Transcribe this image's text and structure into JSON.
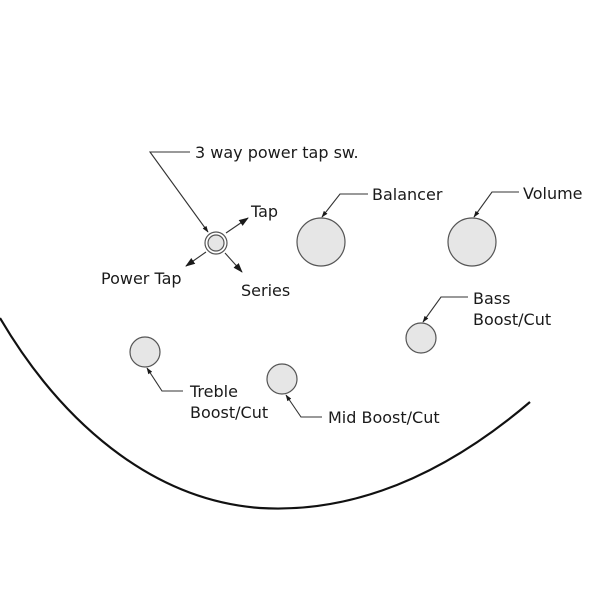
{
  "colors": {
    "knob_fill": "#e6e6e6",
    "knob_stroke": "#555555",
    "line": "#1a1a1a",
    "background": "#ffffff"
  },
  "labels": {
    "switch": "3 way power tap sw.",
    "tap": "Tap",
    "power_tap": "Power Tap",
    "series": "Series",
    "balancer": "Balancer",
    "volume": "Volume",
    "bass_line1": "Bass",
    "bass_line2": "Boost/Cut",
    "treble_line1": "Treble",
    "treble_line2": "Boost/Cut",
    "mid": "Mid Boost/Cut"
  },
  "icons": {
    "switch": "3-way-toggle-switch-icon",
    "knob": "control-knob-icon",
    "arrow": "arrowhead-icon"
  }
}
